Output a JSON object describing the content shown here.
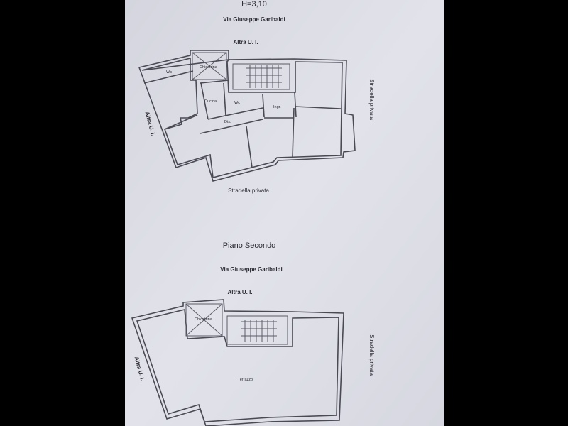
{
  "document": {
    "height_note": "H=3,10",
    "plan_1": {
      "street_top": "Via Giuseppe Garibaldi",
      "neighbor_top": "Altra U. I.",
      "neighbor_left": "Altra U. I.",
      "street_right": "Stradella privata",
      "street_bottom": "Stradella privata",
      "rooms": [
        "Wc",
        "Chiostrina",
        "Cucina",
        "Wc",
        "Ingr.",
        "Dis."
      ]
    },
    "plan_2": {
      "title": "Piano Secondo",
      "street_top": "Via Giuseppe Garibaldi",
      "neighbor_top": "Altra U. I.",
      "neighbor_left": "Altra U. I.",
      "street_right": "Stradella privata",
      "rooms": [
        "Chiostrina",
        "Terrazzo"
      ]
    }
  },
  "colors": {
    "paper": "#dcdde6",
    "ink": "#3a3a44",
    "background": "#000000"
  }
}
